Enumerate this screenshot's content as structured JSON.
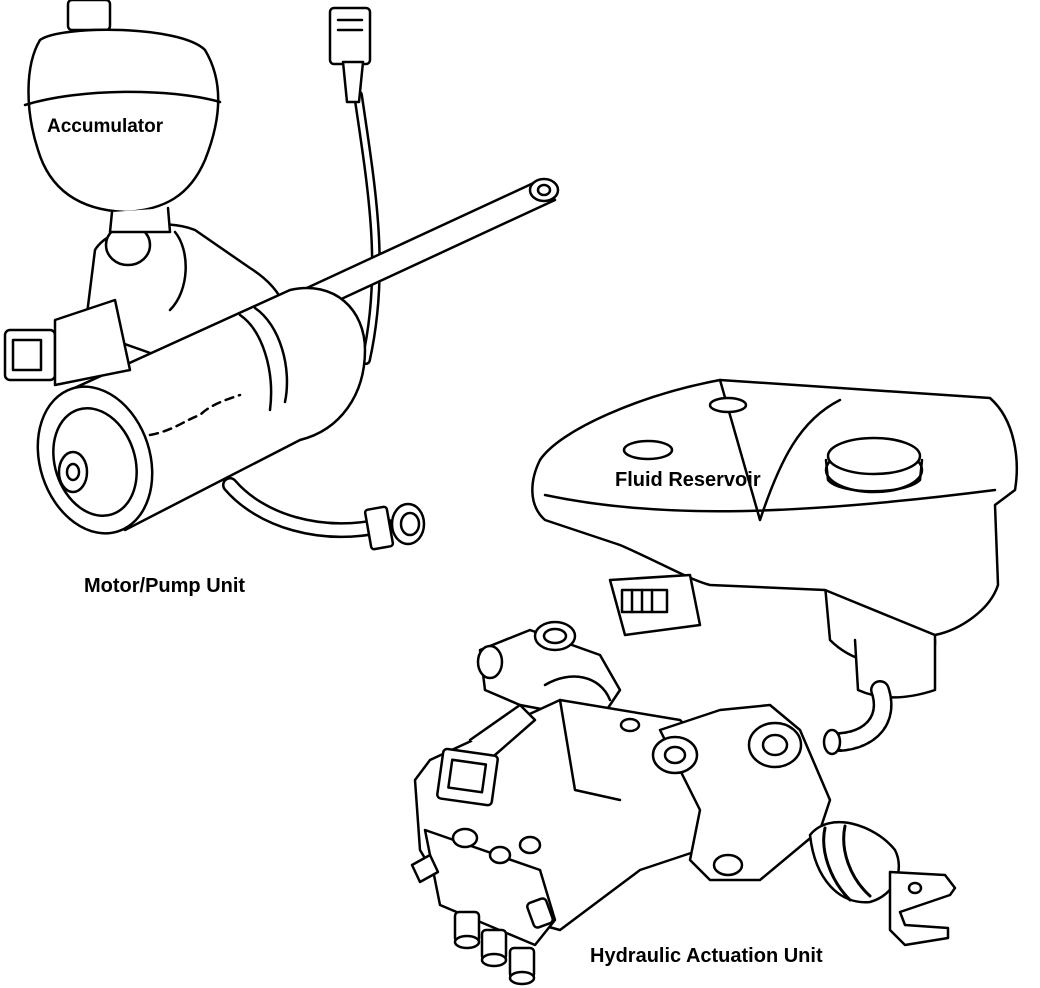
{
  "labels": {
    "accumulator": "Accumulator",
    "motor_pump_unit": "Motor/Pump Unit",
    "fluid_reservoir": "Fluid Reservoir",
    "hydraulic_actuation_unit": "Hydraulic Actuation Unit"
  },
  "colors": {
    "ink": "#000000",
    "paper": "#ffffff"
  }
}
